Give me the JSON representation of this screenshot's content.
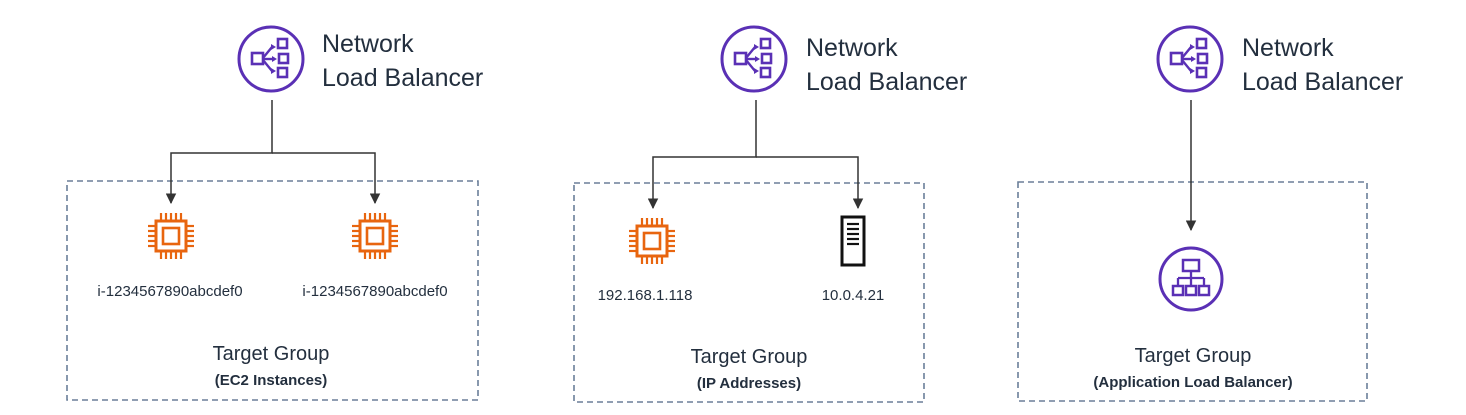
{
  "colors": {
    "nlb": "#5a30b5",
    "ec2": "#e8650f",
    "line": "#333333",
    "dashed": "#6b7f99",
    "text": "#232f3e"
  },
  "groups": [
    {
      "load_balancer": {
        "line1": "Network",
        "line2": "Load Balancer",
        "icon": "network-load-balancer-icon"
      },
      "target_group": {
        "title": "Target Group",
        "subtitle": "(EC2 Instances)"
      },
      "targets": [
        {
          "icon": "ec2-instance-icon",
          "label": "i-1234567890abcdef0"
        },
        {
          "icon": "ec2-instance-icon",
          "label": "i-1234567890abcdef0"
        }
      ]
    },
    {
      "load_balancer": {
        "line1": "Network",
        "line2": "Load Balancer",
        "icon": "network-load-balancer-icon"
      },
      "target_group": {
        "title": "Target Group",
        "subtitle": "(IP Addresses)"
      },
      "targets": [
        {
          "icon": "ec2-instance-icon",
          "label": "192.168.1.118"
        },
        {
          "icon": "server-icon",
          "label": "10.0.4.21"
        }
      ]
    },
    {
      "load_balancer": {
        "line1": "Network",
        "line2": "Load Balancer",
        "icon": "network-load-balancer-icon"
      },
      "target_group": {
        "title": "Target Group",
        "subtitle": "(Application Load Balancer)"
      },
      "targets": [
        {
          "icon": "application-load-balancer-icon"
        }
      ]
    }
  ]
}
